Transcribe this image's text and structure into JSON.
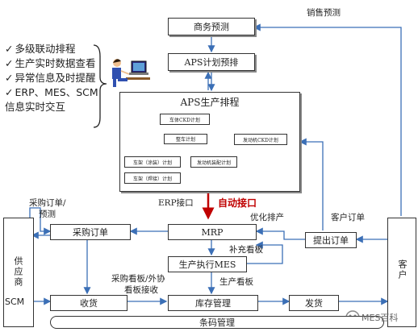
{
  "bullets": [
    "多级联动排程",
    "生产实时数据查看",
    "异常信息及时提醒",
    "ERP、MES、SCM",
    "信息实时交互"
  ],
  "boxes": {
    "business_forecast": "商务预测",
    "aps_plan": "APS计划预排",
    "aps_scheduling": "APS生产排程",
    "mrp": "MRP",
    "purchase_order": "采购订单",
    "mes": "生产执行MES",
    "receiving": "收货",
    "inventory": "库存管理",
    "shipping": "发货",
    "barcode": "条码管理",
    "submit_order": "提出订单"
  },
  "inner_plans": {
    "ckd_vehicle": "车体CKD计划",
    "vehicle_plan": "整车计划",
    "engine_ckd": "发动机CKD计划",
    "body_weld": "车架（涂装）计划",
    "body_paint": "车架（焊接）计划",
    "engine_assembly": "发动机装配计划"
  },
  "labels": {
    "sales_forecast": "销售预测",
    "erp_interface": "ERP接口",
    "auto_interface": "自动接口",
    "optimize_schedule": "优化排产",
    "customer_order": "客户订单",
    "purchase_forecast_1": "采购订单/",
    "purchase_forecast_2": "预测",
    "replenish_kanban": "补充看板",
    "purchase_kanban": "采购看板/外协",
    "kanban_receive": "看板接收",
    "production_kanban": "生产看板",
    "supplier": "供应商",
    "scm": "SCM",
    "customer": "客户",
    "watermark": "MES百科"
  },
  "colors": {
    "arrow": "#3b6fb6",
    "interface_arrow": "#c00000"
  }
}
